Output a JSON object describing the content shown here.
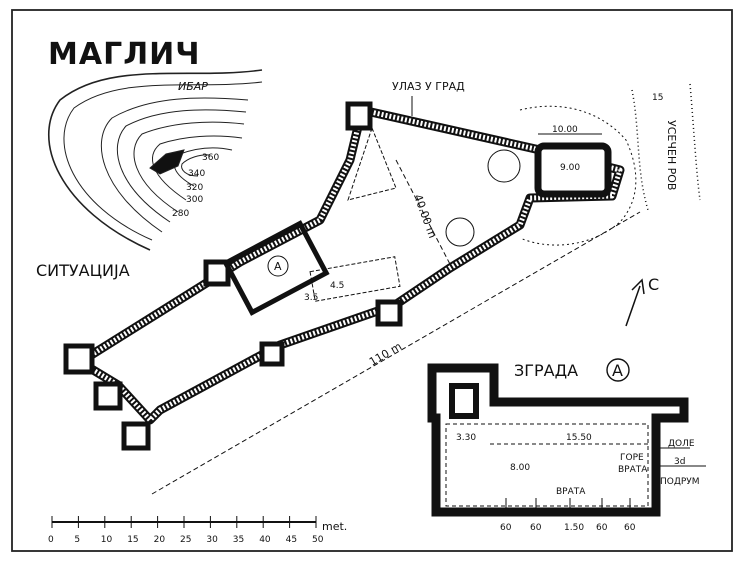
{
  "title": "МАГЛИЧ",
  "situation": {
    "label": "СИТУАЦИЈА",
    "river": "ИБАР",
    "contours": [
      "360",
      "340",
      "320",
      "300",
      "280"
    ]
  },
  "plan": {
    "entrance": "УЛАЗ У ГРАД",
    "dim_diag": "40.00 m",
    "dim_length": "110 m",
    "dim_tower": "10.00",
    "dim_tower_inner": "9.00",
    "dim_small_a": "4.5",
    "dim_small_b": "3.5",
    "building_marker": "A",
    "north": "C",
    "trench_dim": "15",
    "trench_label": "УСЕЧЕН РОВ"
  },
  "scale": {
    "ticks": [
      "0",
      "5",
      "10",
      "15",
      "20",
      "25",
      "30",
      "35",
      "40",
      "45",
      "50"
    ],
    "unit": "met."
  },
  "building": {
    "title": "ЗГРАДА",
    "marker": "A",
    "dim_width": "15.50",
    "dim_left": "3.30",
    "dim_height": "8.00",
    "dim_small": "3d",
    "dims_bottom": [
      "60",
      "60",
      "1.50",
      "60",
      "60"
    ],
    "vrata": "ВРАТА",
    "dole": "ДОЛЕ",
    "gore": "ГОРЕ",
    "gore_vrata": "ВРАТА",
    "podrum": "ПОДРУМ"
  }
}
